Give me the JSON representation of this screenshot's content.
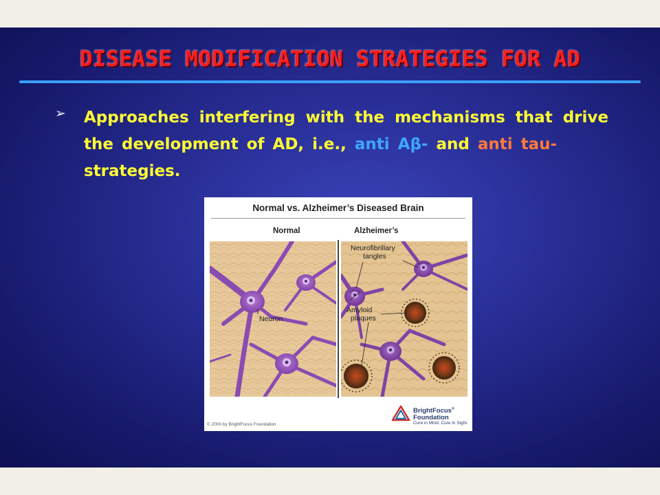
{
  "slide": {
    "title": "DISEASE MODIFICATION STRATEGIES FOR AD",
    "bullet": {
      "marker": "➢",
      "part1": "Approaches interfering with the mechanisms that drive the development of AD, i.e., ",
      "blue": "anti Aβ-",
      "part2": " and ",
      "orange": "anti tau-",
      "part3": "strategies."
    },
    "colors": {
      "title": "#ff1e1e",
      "text": "#ffff33",
      "accent_blue": "#3fa6ff",
      "accent_orange": "#ff7a3c",
      "rule": "#3aa0ff"
    }
  },
  "figure": {
    "title": "Normal vs. Alzheimer’s Diseased Brain",
    "left_label": "Normal",
    "right_label": "Alzheimer’s",
    "neuron_label": "Neuron",
    "tangles_label": [
      "Neurofibrillary",
      "tangles"
    ],
    "plaques_label": [
      "Amyloid",
      "plaques"
    ],
    "copyright": "© 2000 by BrightFocus Foundation",
    "logo": {
      "name": [
        "BrightFocus",
        "Foundation"
      ],
      "mark": "®",
      "tagline": "Cure in Mind. Cure in Sight."
    }
  }
}
